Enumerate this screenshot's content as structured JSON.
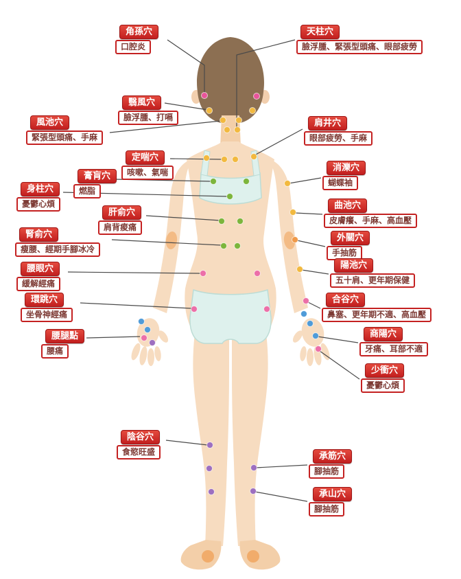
{
  "labels": [
    {
      "id": "jiaosun",
      "name": "角孫穴",
      "desc": "口腔炎"
    },
    {
      "id": "yifeng",
      "name": "翳風穴",
      "desc": "臉浮腫、打嗝"
    },
    {
      "id": "fengchi",
      "name": "風池穴",
      "desc": "緊張型頭痛、手麻"
    },
    {
      "id": "dingchuan",
      "name": "定喘穴",
      "desc": "咳嗽、氣喘"
    },
    {
      "id": "gaohuang",
      "name": "膏肓穴",
      "desc": "燃脂"
    },
    {
      "id": "shenzhu",
      "name": "身柱穴",
      "desc": "憂鬱心煩"
    },
    {
      "id": "ganshu",
      "name": "肝俞穴",
      "desc": "肩背痠痛"
    },
    {
      "id": "shenshu",
      "name": "腎俞穴",
      "desc": "瘦腰、經期手腳冰冷"
    },
    {
      "id": "yaoyan",
      "name": "腰眼穴",
      "desc": "緩解經痛"
    },
    {
      "id": "huantiao",
      "name": "環跳穴",
      "desc": "坐骨神經痛"
    },
    {
      "id": "yaotuidian",
      "name": "腰腿點",
      "desc": "腰痛"
    },
    {
      "id": "yingu",
      "name": "陰谷穴",
      "desc": "食慾旺盛"
    },
    {
      "id": "tianzhu",
      "name": "天柱穴",
      "desc": "臉浮腫、緊張型頭痛、眼部疲勞"
    },
    {
      "id": "jianjing",
      "name": "肩井穴",
      "desc": "眼部疲勞、手麻"
    },
    {
      "id": "xiaoluo",
      "name": "消濼穴",
      "desc": "蝴蝶袖"
    },
    {
      "id": "quchi",
      "name": "曲池穴",
      "desc": "皮膚癢、手麻、高血壓"
    },
    {
      "id": "waiguan",
      "name": "外關穴",
      "desc": "手抽筋"
    },
    {
      "id": "yangchi",
      "name": "陽池穴",
      "desc": "五十肩、更年期保健"
    },
    {
      "id": "hegu",
      "name": "合谷穴",
      "desc": "鼻塞、更年期不適、高血壓"
    },
    {
      "id": "shangyang",
      "name": "商陽穴",
      "desc": "牙痛、耳部不適"
    },
    {
      "id": "shaochong",
      "name": "少衝穴",
      "desc": "憂鬱心煩"
    },
    {
      "id": "chengjin",
      "name": "承筋穴",
      "desc": "腳抽筋"
    },
    {
      "id": "chengshan",
      "name": "承山穴",
      "desc": "腳抽筋"
    }
  ],
  "colors": {
    "label_red": "#c42121",
    "desc_text": "#7d3a34",
    "line": "#4a4a4a",
    "skin": "#f7dcc0",
    "hair": "#8c6f52",
    "cloth": "#def1ed",
    "dots": {
      "yellow": "#f2b93f",
      "green": "#7cb53c",
      "pink": "#ec6fa8",
      "blue": "#4f9bd8",
      "purple": "#9d6fc0",
      "orange": "#f09a4a",
      "magenta": "#e8559a"
    }
  }
}
